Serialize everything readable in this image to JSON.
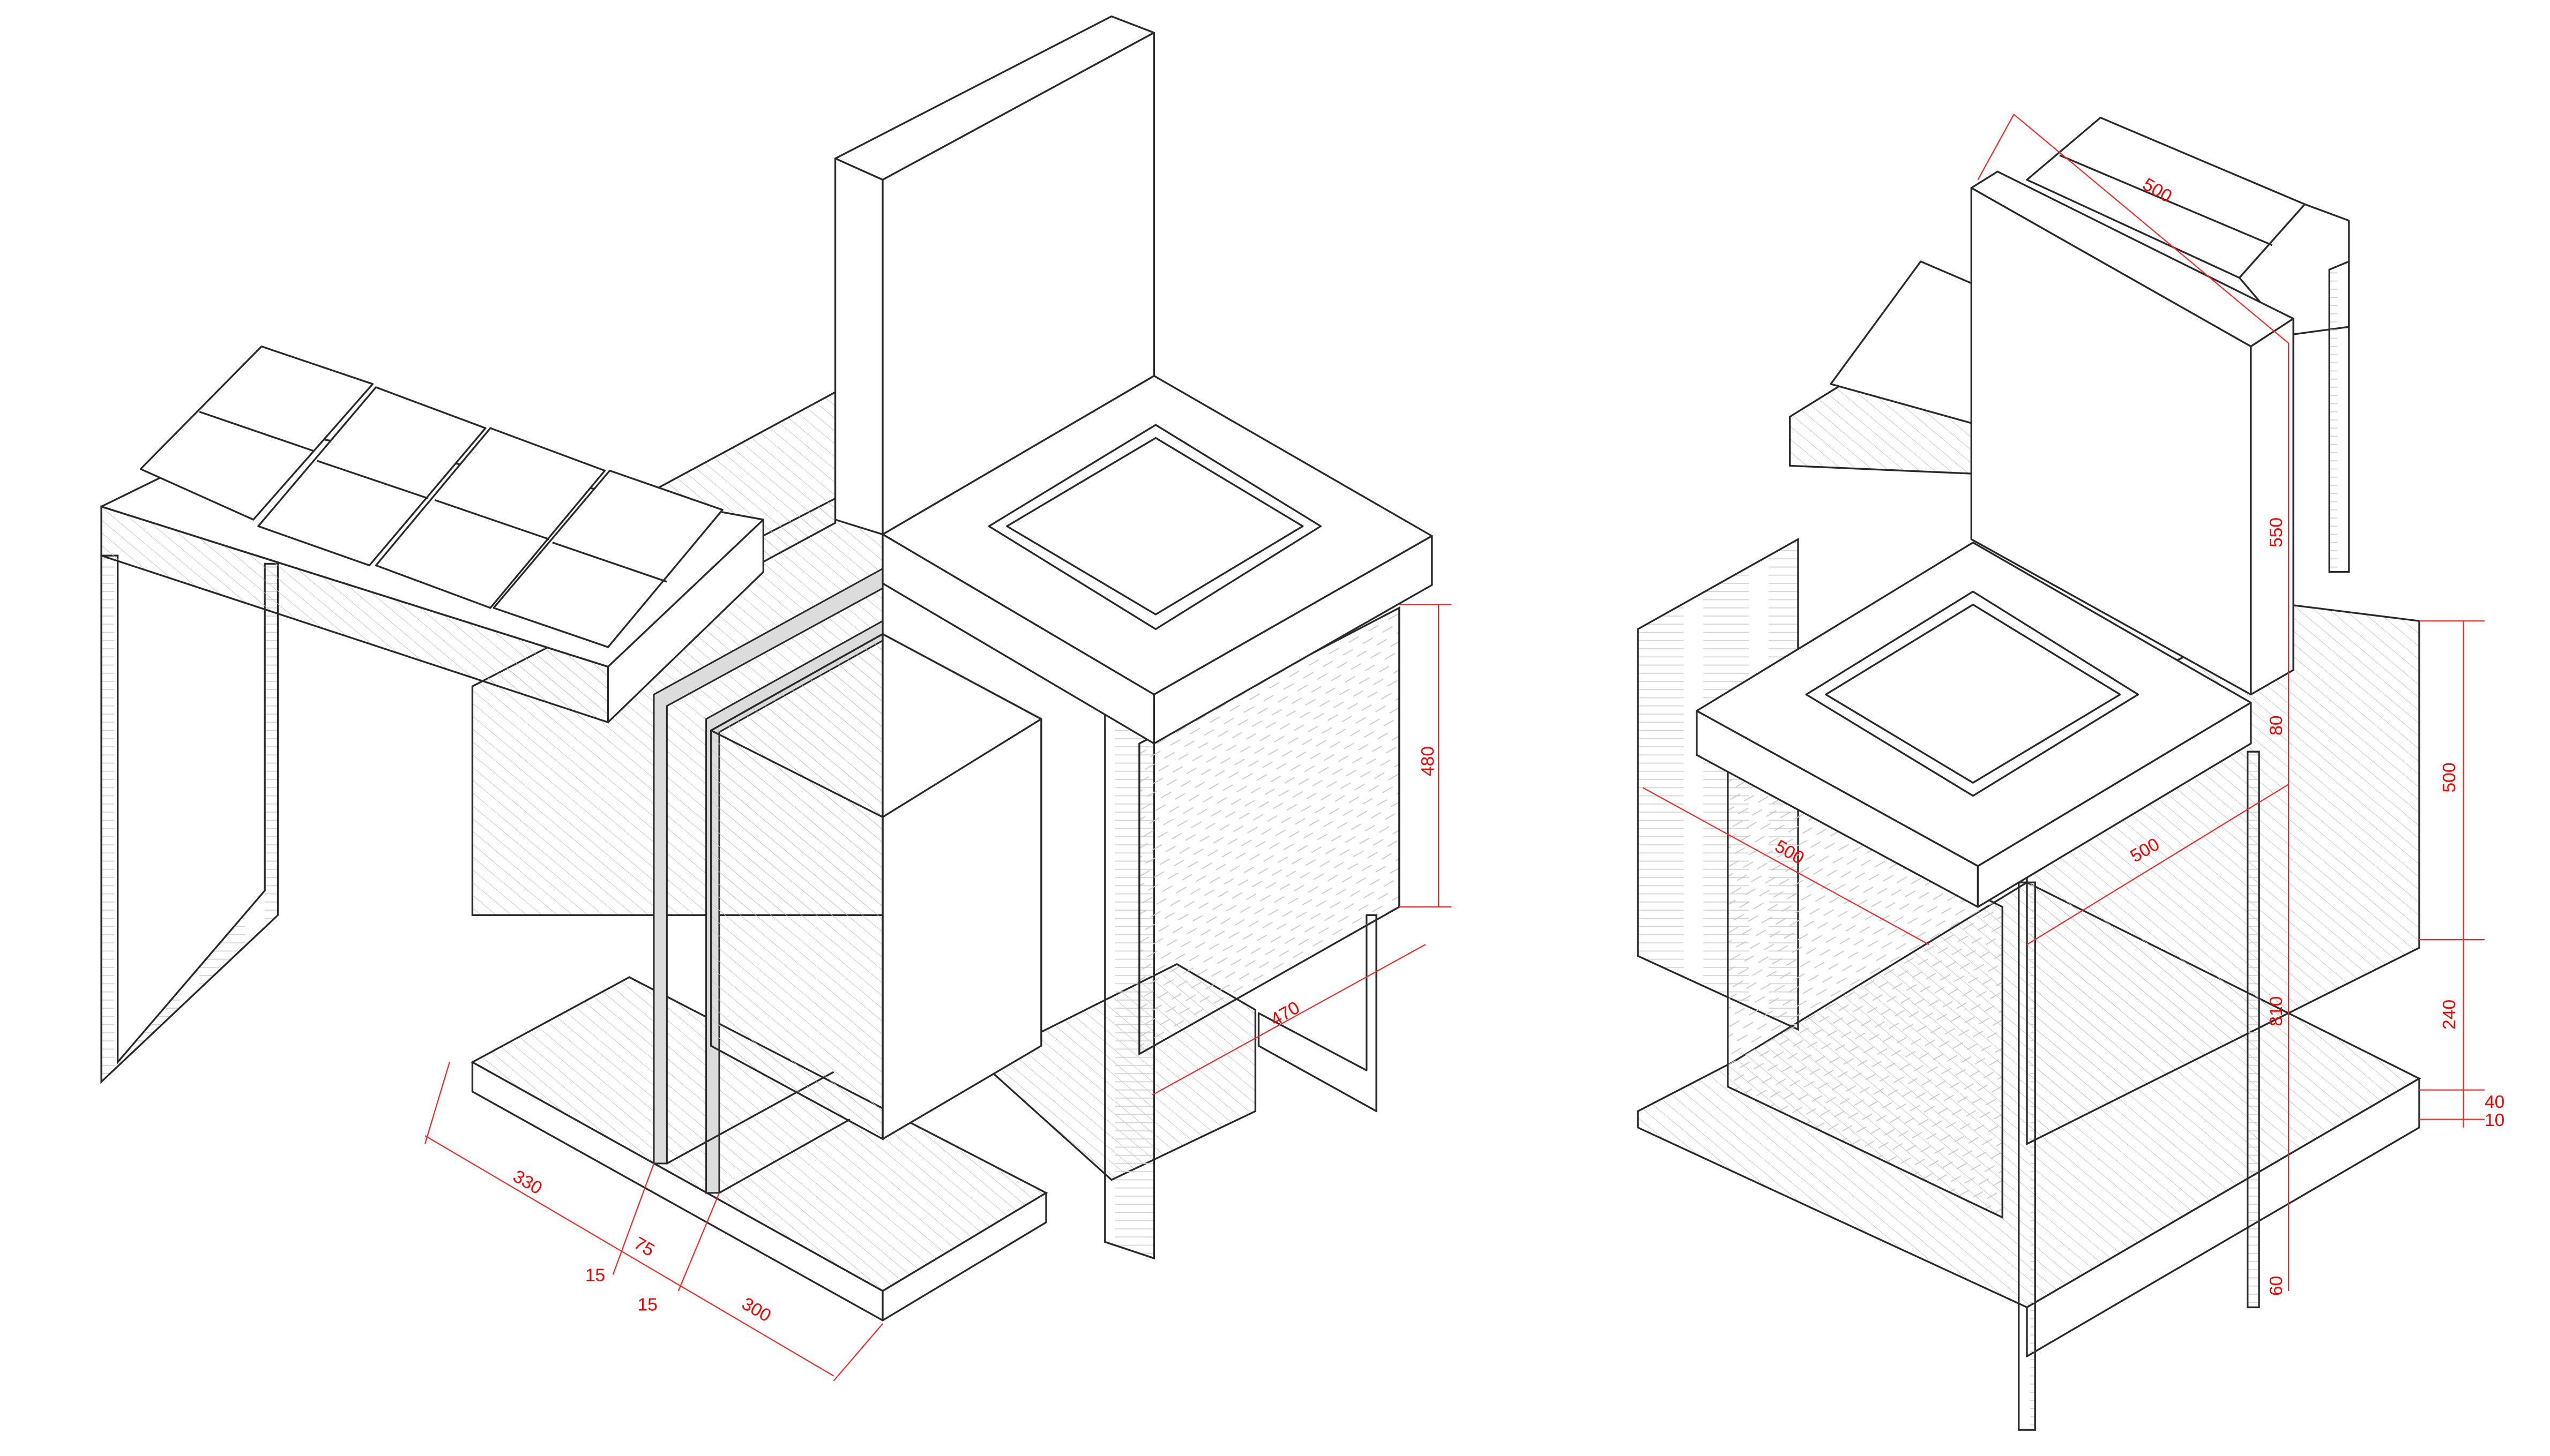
{
  "colors": {
    "line": "#2a2a2a",
    "dimension": "#ff0000",
    "background": "#ffffff"
  },
  "left_view": {
    "dimensions": {
      "d330": "330",
      "d75": "75",
      "d15a": "15",
      "d15b": "15",
      "d300": "300",
      "d480": "480",
      "d470": "470"
    }
  },
  "right_view": {
    "dimensions": {
      "d500_top": "500",
      "d550": "550",
      "d80": "80",
      "d500_right": "500",
      "d500_left": "500",
      "d500_front": "500",
      "d240": "240",
      "d810": "810",
      "d40": "40",
      "d10": "10",
      "d60": "60"
    }
  }
}
